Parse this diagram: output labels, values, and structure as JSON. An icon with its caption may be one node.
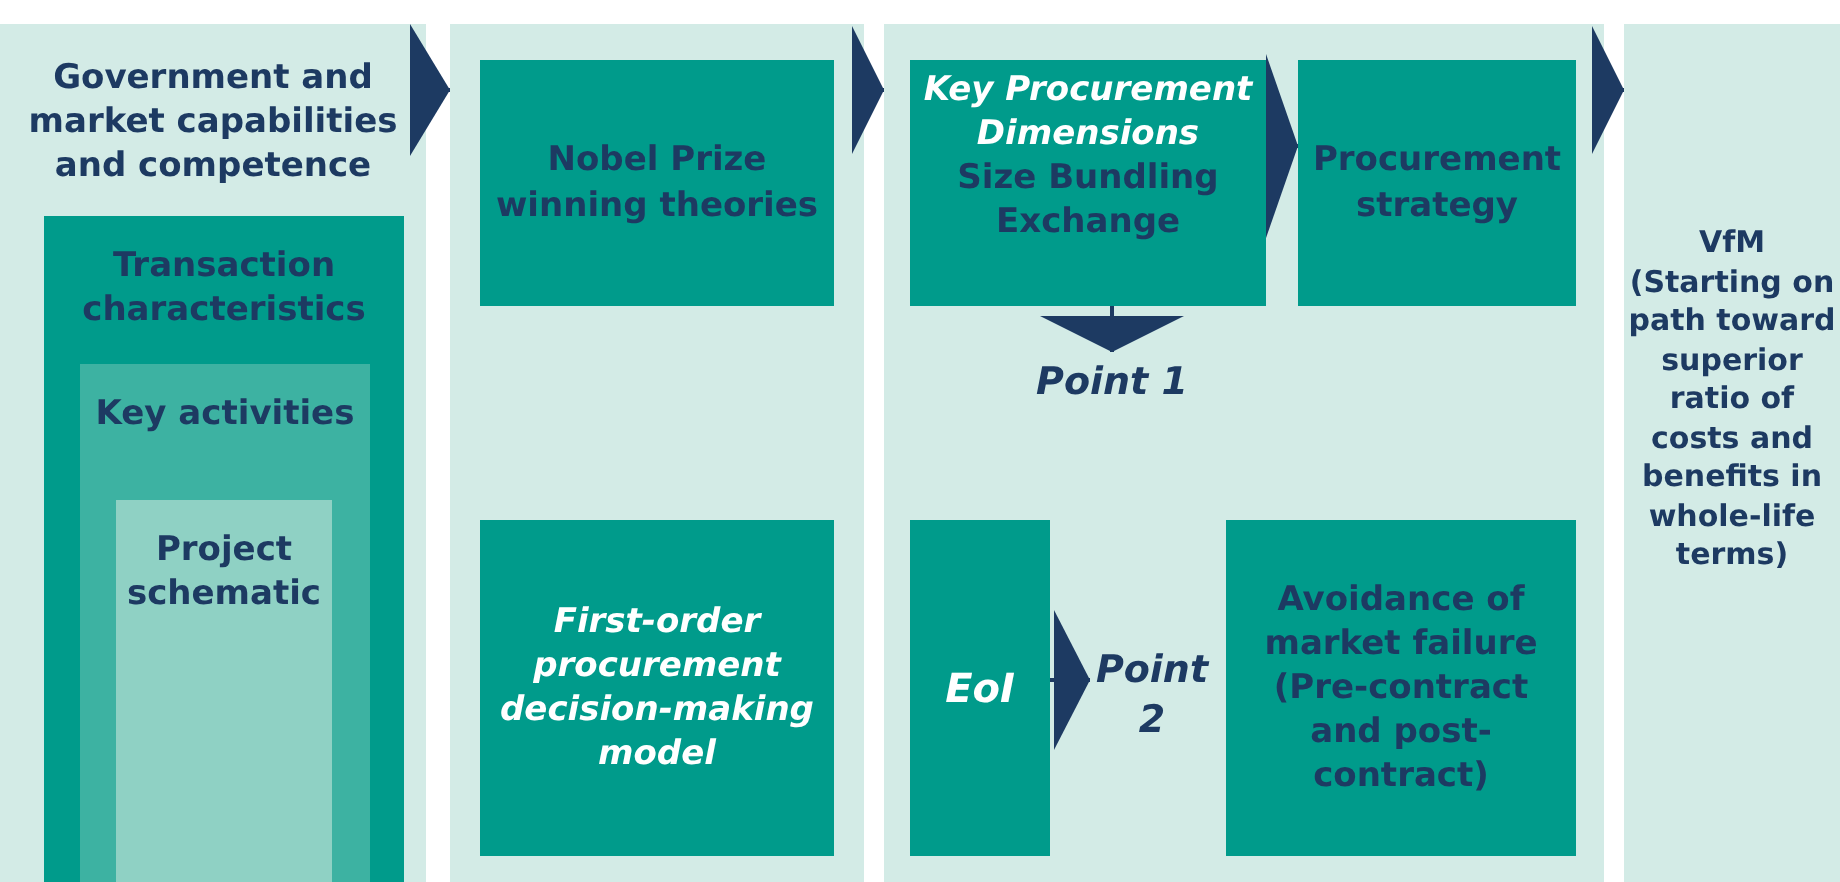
{
  "diagram": {
    "nodes": [
      {
        "text": [
          "Government and market capabilities and competence"
        ]
      },
      {
        "text": [
          "Transaction characteristics"
        ],
        "in": 0
      },
      {
        "text": [
          "Key activities"
        ],
        "in": 1
      },
      {
        "text": [
          "Project schematic"
        ],
        "in": 2
      },
      {
        "text": [],
        "shape": "box"
      },
      {
        "text": [
          "Nobel Prize winning theories"
        ],
        "in": 4
      },
      {
        "text": [
          "First-order procurement decision-making model"
        ],
        "in": 4
      },
      {
        "text": [],
        "shape": "box"
      },
      {
        "text": [
          "Key Procurement Dimensions",
          "Size Bundling Exchange"
        ],
        "in": 7
      },
      {
        "text": [
          "Procurement strategy"
        ],
        "in": 7
      },
      {
        "text": [
          "EoI"
        ],
        "in": 7
      },
      {
        "text": [
          "Avoidance of market failure (Pre-contract and post-contract)"
        ],
        "in": 7
      },
      {
        "text": [
          "VfM (Starting on path toward superior ratio of costs and benefits in whole-life terms)"
        ]
      },
      {
        "text": [
          "Point 1"
        ],
        "in": 7
      },
      {
        "text": [
          "Point 2"
        ],
        "in": 7
      }
    ],
    "edges": [
      {
        "from": 0,
        "to": 4,
        "arrow": "to"
      },
      {
        "from": 4,
        "to": 7,
        "arrow": "to"
      },
      {
        "from": 7,
        "to": 12,
        "arrow": "to"
      },
      {
        "from": 8,
        "to": 9,
        "arrow": "to"
      },
      {
        "from": 8,
        "to": 13,
        "arrow": "to"
      },
      {
        "from": 10,
        "to": 14,
        "arrow": "to"
      }
    ]
  }
}
